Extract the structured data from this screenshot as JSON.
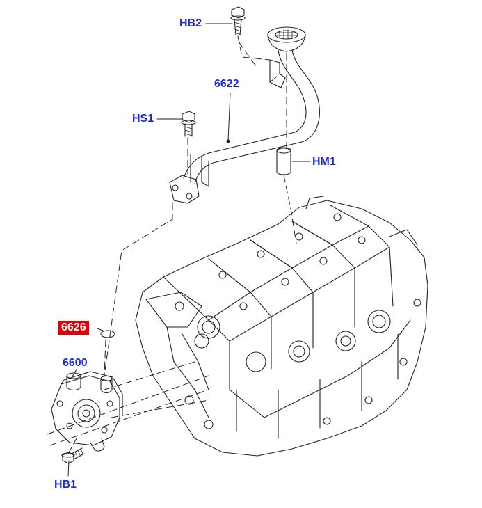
{
  "callouts": {
    "hb2": "HB2",
    "p6622": "6622",
    "hs1": "HS1",
    "hm1": "HM1",
    "p6626": "6626",
    "p6600": "6600",
    "hb1": "HB1"
  },
  "colors": {
    "callout_text": "#1f2bd0",
    "highlight_bg": "#e00000",
    "line_art": "#222222"
  }
}
